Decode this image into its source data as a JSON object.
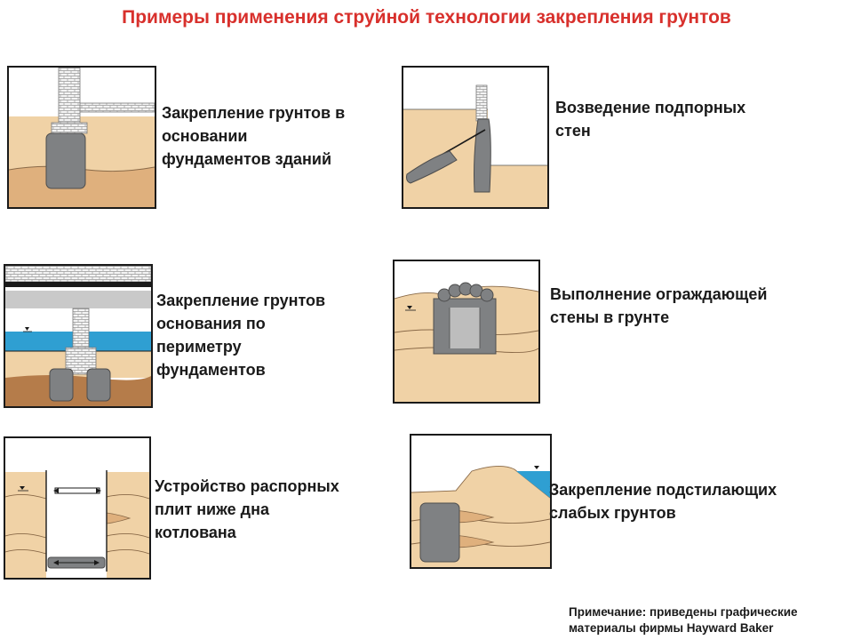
{
  "title": "Примеры применения струйной технологии закрепления грунтов",
  "items": [
    {
      "lines": [
        "Закрепление грунтов в",
        "основании",
        "фундаментов зданий"
      ]
    },
    {
      "lines": [
        "Возведение подпорных",
        "стен"
      ]
    },
    {
      "lines": [
        "Закрепление грунтов",
        "основания по",
        "периметру",
        "фундаментов"
      ]
    },
    {
      "lines": [
        "Выполнение ограждающей",
        "стены в грунте"
      ]
    },
    {
      "lines": [
        "Устройство распорных",
        "плит ниже дна",
        "котлована"
      ]
    },
    {
      "lines": [
        "Закрепление подстилающих",
        "слабых грунтов"
      ]
    }
  ],
  "note": {
    "lines": [
      "Примечание: приведены графические",
      "материалы фирмы Hayward Baker"
    ]
  },
  "colors": {
    "title": "#d8302c",
    "soil_light": "#f0d2a6",
    "soil_mid": "#dfb07d",
    "soil_dark": "#b57c4a",
    "column": "#7f8183",
    "water": "#2f9fd2"
  }
}
